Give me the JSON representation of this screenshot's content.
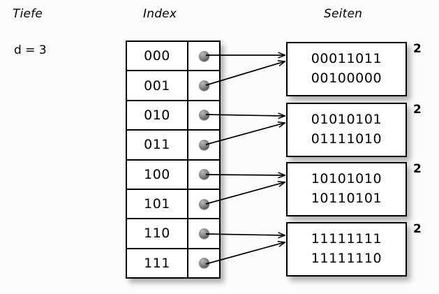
{
  "headings": {
    "depth": "Tiefe",
    "index": "Index",
    "pages": "Seiten"
  },
  "depth": {
    "label": "d = 3",
    "value": 3
  },
  "index_table": {
    "rows": [
      {
        "key": "000",
        "pointer": "pointer-dot",
        "target_page": 0
      },
      {
        "key": "001",
        "pointer": "pointer-dot",
        "target_page": 0
      },
      {
        "key": "010",
        "pointer": "pointer-dot",
        "target_page": 1
      },
      {
        "key": "011",
        "pointer": "pointer-dot",
        "target_page": 1
      },
      {
        "key": "100",
        "pointer": "pointer-dot",
        "target_page": 2
      },
      {
        "key": "101",
        "pointer": "pointer-dot",
        "target_page": 2
      },
      {
        "key": "110",
        "pointer": "pointer-dot",
        "target_page": 3
      },
      {
        "key": "111",
        "pointer": "pointer-dot",
        "target_page": 3
      }
    ]
  },
  "pages": [
    {
      "lines": [
        "00011011",
        "00100000"
      ],
      "count": "2"
    },
    {
      "lines": [
        "01010101",
        "01111010"
      ],
      "count": "2"
    },
    {
      "lines": [
        "10101010",
        "10110101"
      ],
      "count": "2"
    },
    {
      "lines": [
        "11111111",
        "11111110"
      ],
      "count": "2"
    }
  ],
  "colors": {
    "background": "#fcfcfc",
    "stroke": "#000000",
    "box_fill": "#ffffff",
    "pointer_dot": "#8d8d8d"
  }
}
